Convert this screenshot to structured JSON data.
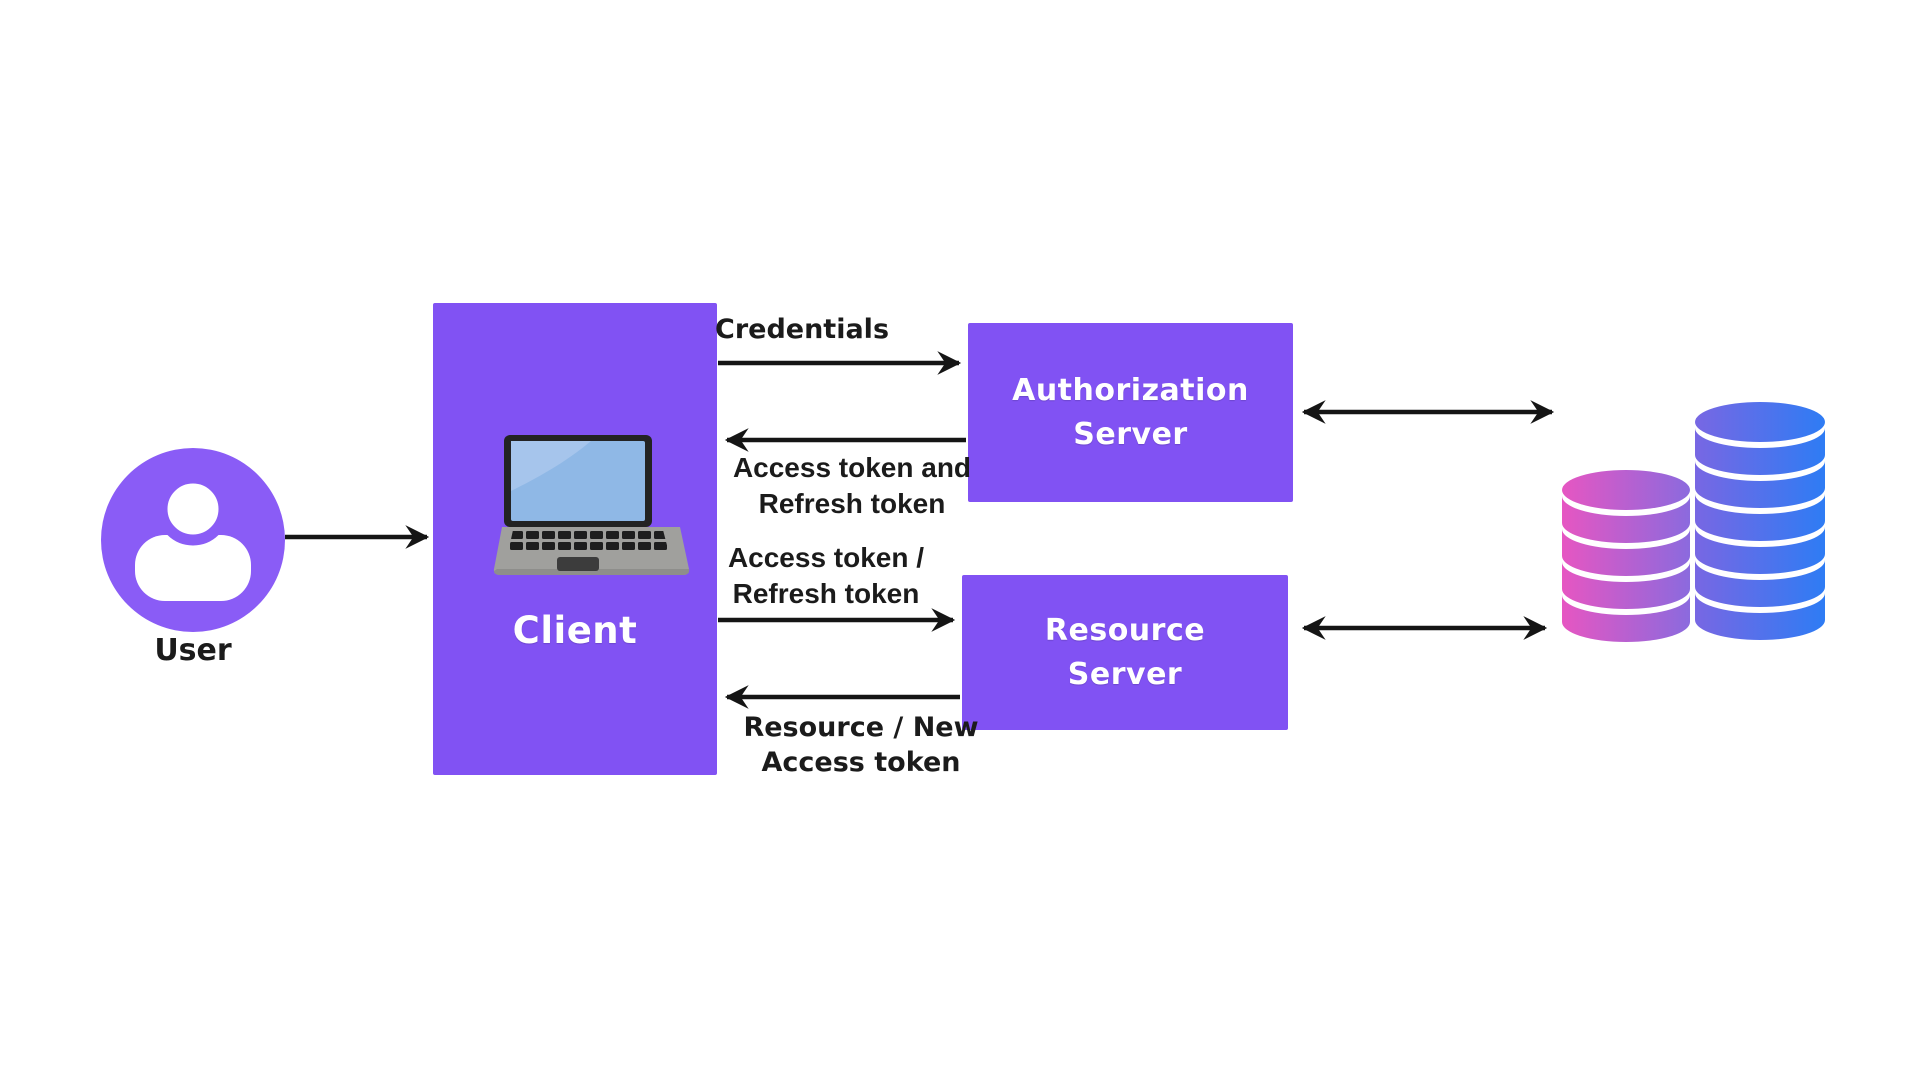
{
  "colors": {
    "background": "#ffffff",
    "node_purple": "#8152f3",
    "user_icon_purple": "#8a5cf6",
    "arrow_black": "#151515",
    "edge_label_text": "#1b1b1b",
    "node_label_text": "#ffffff",
    "db_pink_gradient_start": "#e656c2",
    "db_pink_gradient_end": "#8b6ade",
    "db_blue_gradient_start": "#7867e3",
    "db_blue_gradient_end": "#2e7cf4",
    "laptop_screen_blue": "#8fb8e6",
    "laptop_body_gray": "#a0a09d"
  },
  "nodes": {
    "user": {
      "label": "User"
    },
    "client": {
      "label": "Client"
    },
    "authorization_server": {
      "line1": "Authorization",
      "line2": "Server"
    },
    "resource_server": {
      "line1": "Resource",
      "line2": "Server"
    }
  },
  "edge_labels": {
    "credentials": "Credentials",
    "access_and": {
      "line1": "Access token and",
      "line2": "Refresh token"
    },
    "access_slash": {
      "line1": "Access token /",
      "line2": "Refresh token"
    },
    "resource_new": {
      "line1": "Resource / New",
      "line2": "Access token"
    }
  },
  "edges": [
    {
      "id": "user-to-client",
      "from": "User",
      "to": "Client",
      "direction": "right"
    },
    {
      "id": "client-to-auth",
      "from": "Client",
      "to": "Authorization Server",
      "direction": "right",
      "label": "Credentials"
    },
    {
      "id": "auth-to-client",
      "from": "Authorization Server",
      "to": "Client",
      "direction": "left",
      "label": "Access token and Refresh token"
    },
    {
      "id": "client-to-resource",
      "from": "Client",
      "to": "Resource Server",
      "direction": "right",
      "label": "Access token / Refresh token"
    },
    {
      "id": "resource-to-client",
      "from": "Resource Server",
      "to": "Client",
      "direction": "left",
      "label": "Resource / New Access token"
    },
    {
      "id": "auth-to-database",
      "from": "Authorization Server",
      "to": "Database",
      "direction": "both"
    },
    {
      "id": "resource-to-database",
      "from": "Resource Server",
      "to": "Database",
      "direction": "both"
    }
  ]
}
